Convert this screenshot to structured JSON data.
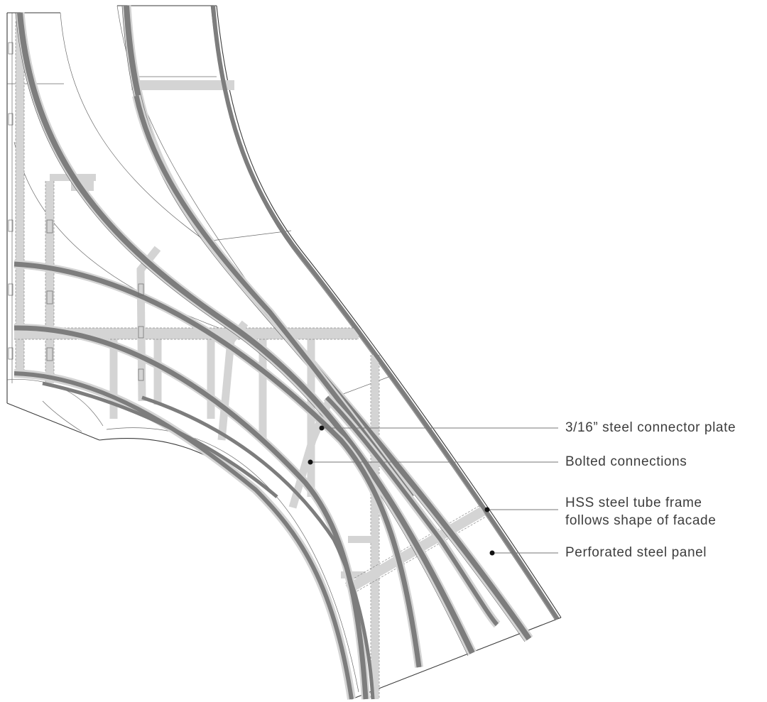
{
  "callouts": [
    {
      "id": "connector-plate",
      "text": "3/16” steel connector plate"
    },
    {
      "id": "bolted-connections",
      "text": "Bolted connections"
    },
    {
      "id": "hss-frame",
      "line1": "HSS steel tube frame",
      "line2": "follows shape of facade"
    },
    {
      "id": "perforated-panel",
      "text": "Perforated steel panel"
    }
  ],
  "colors": {
    "line": "#3a3a3a",
    "tube_dark": "#7d7d7d",
    "tube_light": "#d4d4d4",
    "label": "#3d3d3d"
  }
}
